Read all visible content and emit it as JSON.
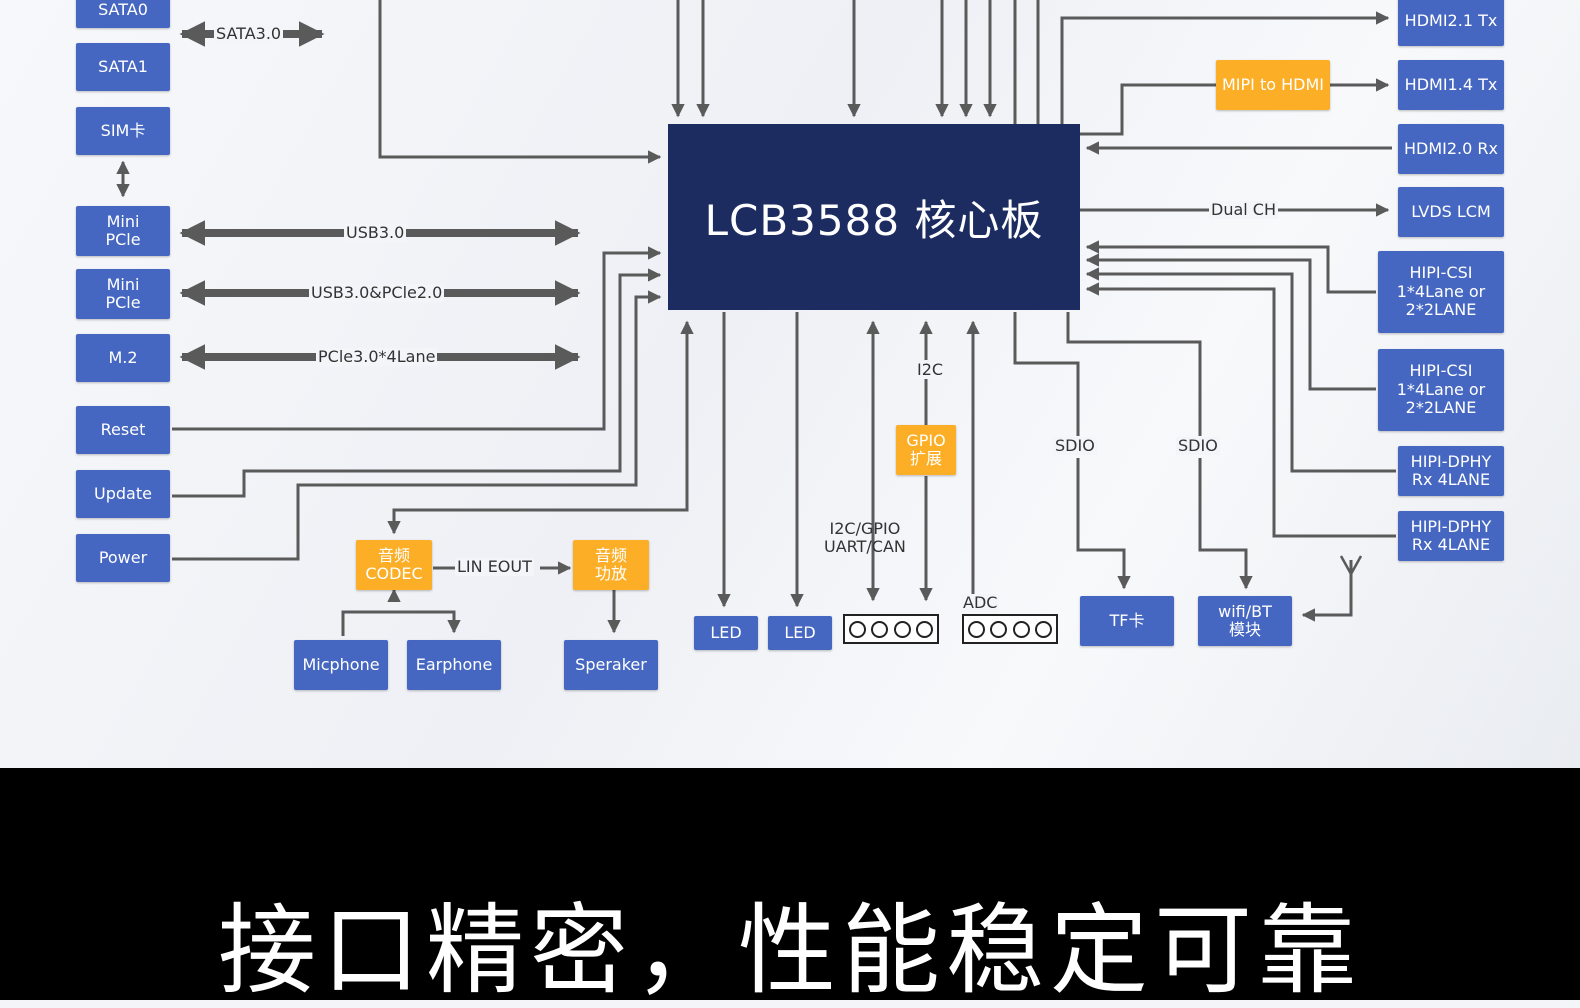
{
  "core": {
    "label": "LCB3588  核心板"
  },
  "left_blocks": {
    "sata0": "SATA0",
    "sata1": "SATA1",
    "sim": "SIM卡",
    "mini_pcie_1": "Mini\nPCle",
    "mini_pcie_2": "Mini\nPCle",
    "m2": "M.2",
    "reset": "Reset",
    "update": "Update",
    "power": "Power"
  },
  "right_blocks": {
    "hdmi21": "HDMI2.1 Tx",
    "hdmi14": "HDMI1.4 Tx",
    "hdmi20": "HDMI2.0 Rx",
    "lvds": "LVDS LCM",
    "csi1": "HIPI-CSI\n1*4Lane or\n2*2LANE",
    "csi2": "HIPI-CSI\n1*4Lane or\n2*2LANE",
    "dphy1": "HIPI-DPHY\nRx 4LANE",
    "dphy2": "HIPI-DPHY\nRx 4LANE"
  },
  "bottom_blocks": {
    "led1": "LED",
    "led2": "LED",
    "tf": "TF卡",
    "wifi": "wifi/BT\n模块",
    "mic": "Micphone",
    "earphone": "Earphone",
    "speaker": "Speraker"
  },
  "orange_blocks": {
    "mipi_hdmi": "MIPI to HDMI",
    "gpio": "GPIO\n扩展",
    "codec": "音频\nCODEC",
    "amp": "音频\n功放"
  },
  "bus_labels": {
    "sata30": "SATA3.0",
    "usb30": "USB3.0",
    "usb_pcie": "USB3.0&PCle2.0",
    "pcie30": "PCle3.0*4Lane",
    "dual_ch": "Dual CH",
    "i2c": "I2C",
    "i2c_gpio": "I2C/GPIO\nUART/CAN",
    "adc": "ADC",
    "sdio1": "SDIO",
    "sdio2": "SDIO",
    "lin_eout": "LIN EOUT"
  },
  "footer": {
    "title": "接口精密，性能稳定可靠"
  },
  "colors": {
    "block_blue": "#4667c1",
    "block_orange": "#fbae26",
    "core_navy": "#1d2c60",
    "wire": "#5a5a5a"
  }
}
